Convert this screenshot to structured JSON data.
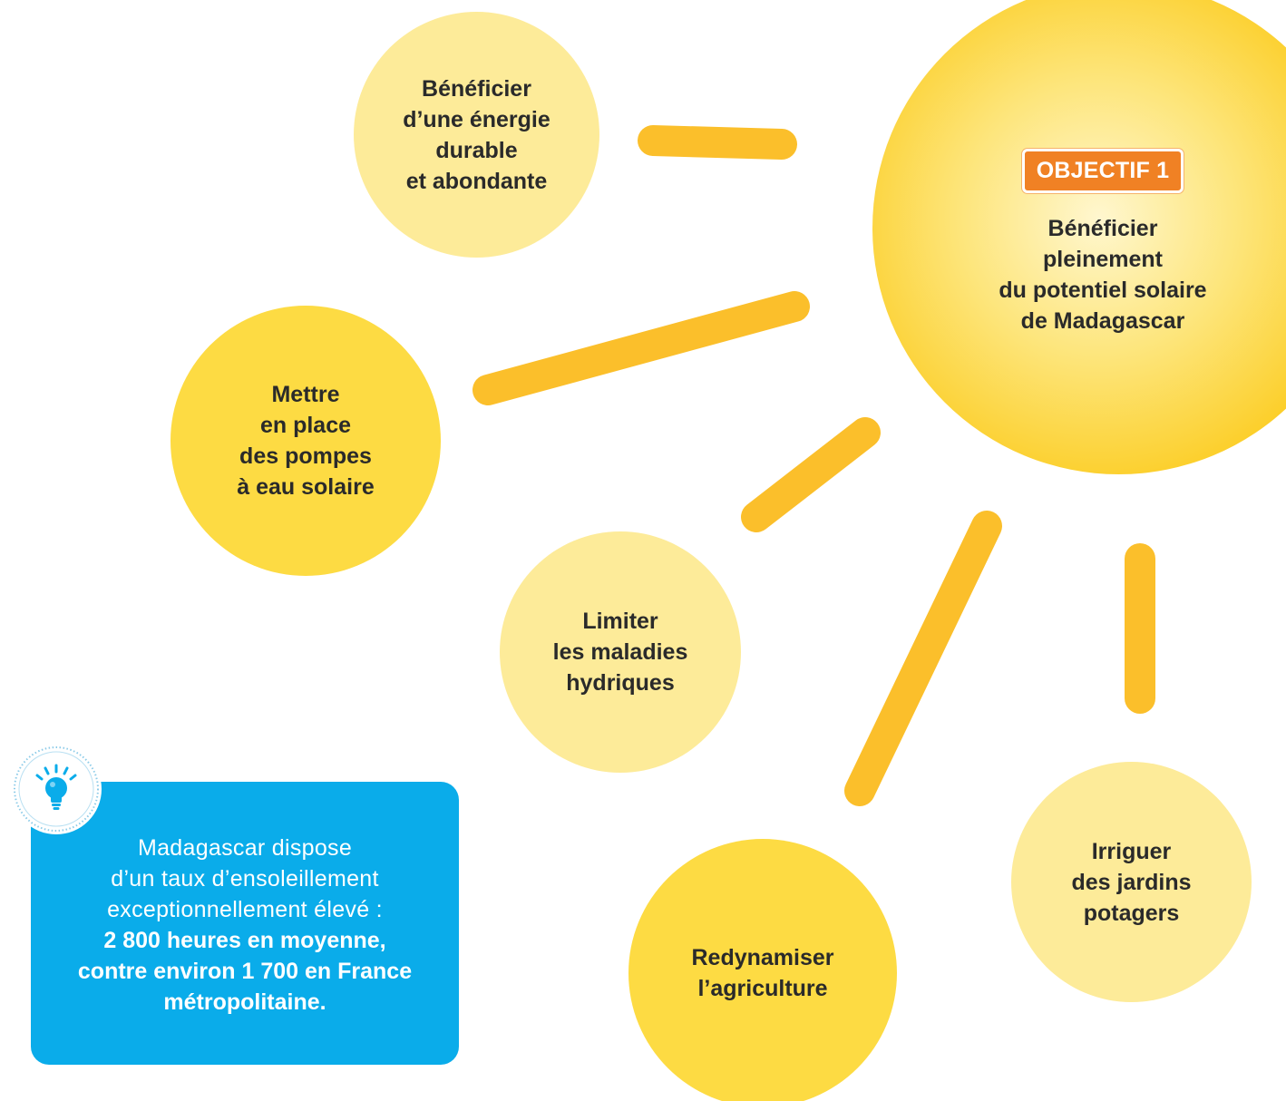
{
  "colors": {
    "ray": "#fbbf2b",
    "bubble_pale": "#fdeb99",
    "bubble_strong": "#fddb43",
    "badge": "#f08124",
    "infobox": "#0aacea",
    "text_dark": "#2a2a2a"
  },
  "objective": {
    "badge": "OBJECTIF 1",
    "text": "Bénéficier\npleinement\ndu potentiel solaire\nde Madagascar"
  },
  "bubbles": {
    "energy": "Bénéficier\nd’une énergie\ndurable\net abondante",
    "pumps": "Mettre\nen place\ndes pompes\nà eau solaire",
    "diseases": "Limiter\nles maladies\nhydriques",
    "agriculture": "Redynamiser\nl’agriculture",
    "gardens": "Irriguer\ndes jardins\npotagers"
  },
  "info": {
    "icon": "lightbulb-icon",
    "text_light": "Madagascar dispose\nd’un taux d’ensoleillement\nexceptionnellement élevé :",
    "text_bold": "2 800 heures en moyenne,\ncontre environ 1 700 en France\nmétropolitaine."
  }
}
